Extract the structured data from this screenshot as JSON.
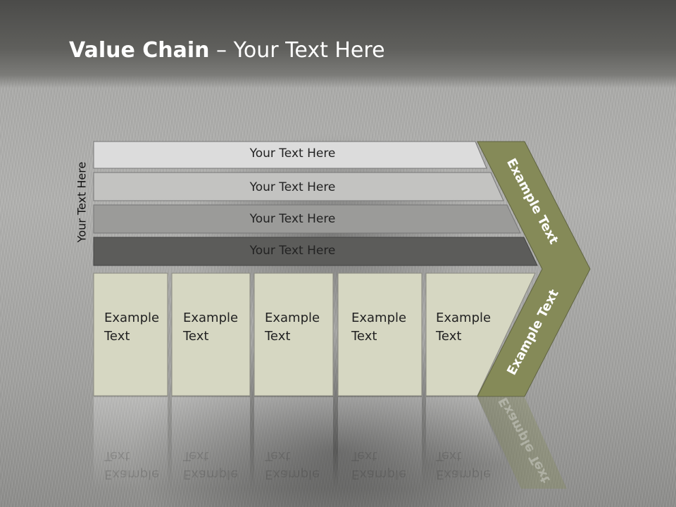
{
  "title": {
    "bold": "Value Chain",
    "rest": " – Your Text Here"
  },
  "side_label": "Your Text Here",
  "bars": [
    {
      "label": "Your Text Here",
      "color": "#dcdcdc"
    },
    {
      "label": "Your Text Here",
      "color": "#c3c3c1"
    },
    {
      "label": "Your Text Here",
      "color": "#9b9b99"
    },
    {
      "label": "Your Text Here",
      "color": "#5c5c5a"
    }
  ],
  "boxes": [
    {
      "line1": "Example",
      "line2": "Text"
    },
    {
      "line1": "Example",
      "line2": "Text"
    },
    {
      "line1": "Example",
      "line2": "Text"
    },
    {
      "line1": "Example",
      "line2": "Text"
    },
    {
      "line1": "Example",
      "line2": "Text"
    }
  ],
  "chevron": {
    "upper_label": "Example Text",
    "lower_label": "Example Text",
    "color": "#858a58"
  },
  "colors": {
    "box_fill": "#d6d7c2",
    "box_border": "#8a8a80"
  }
}
